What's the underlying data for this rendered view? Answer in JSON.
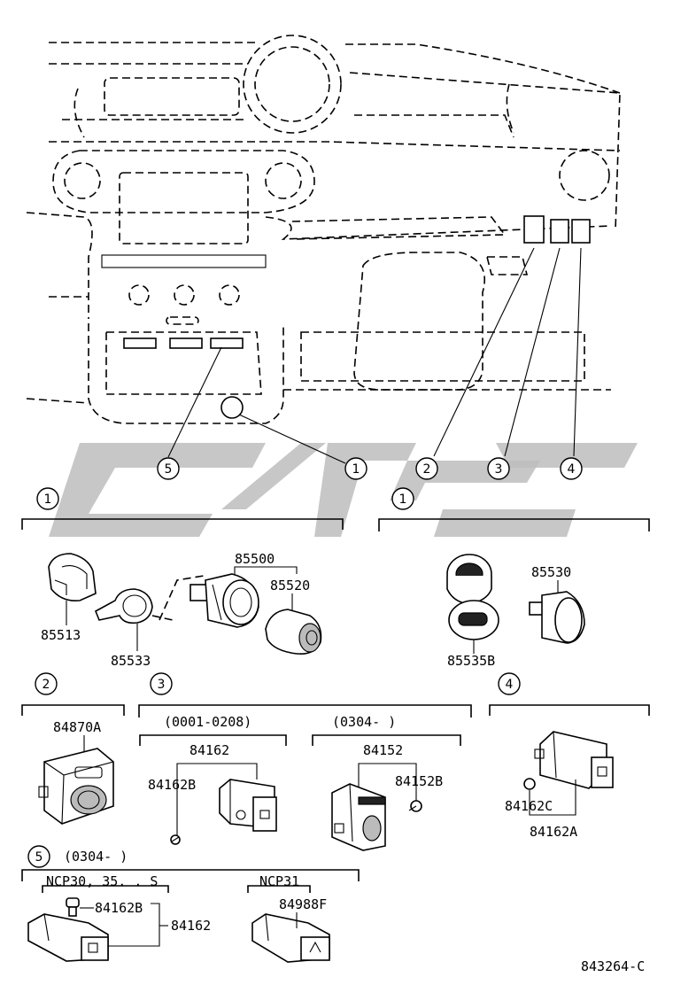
{
  "callouts": {
    "one": "1",
    "two": "2",
    "three": "3",
    "four": "4",
    "five": "5"
  },
  "sections": {
    "s1_left": {
      "number": "1"
    },
    "s1_right": {
      "number": "1"
    },
    "s2": {
      "number": "2"
    },
    "s3": {
      "number": "3",
      "variant_a": "(0001-0208)",
      "variant_b": "(0304-      )"
    },
    "s4": {
      "number": "4"
    },
    "s5": {
      "number": "5",
      "range": "(0304-      )",
      "variant_a": "NCP30, 35. . S",
      "variant_b": "NCP31"
    }
  },
  "parts": {
    "p85500": "85500",
    "p85520": "85520",
    "p85513": "85513",
    "p85533": "85533",
    "p85530": "85530",
    "p85535B": "85535B",
    "p84870A": "84870A",
    "p84162": "84162",
    "p84162B": "84162B",
    "p84152": "84152",
    "p84152B": "84152B",
    "p84162C": "84162C",
    "p84162A": "84162A",
    "p84162B_s5": "84162B",
    "p84162_s5": "84162",
    "p84988F": "84988F"
  },
  "diagram_id": "843264-C"
}
